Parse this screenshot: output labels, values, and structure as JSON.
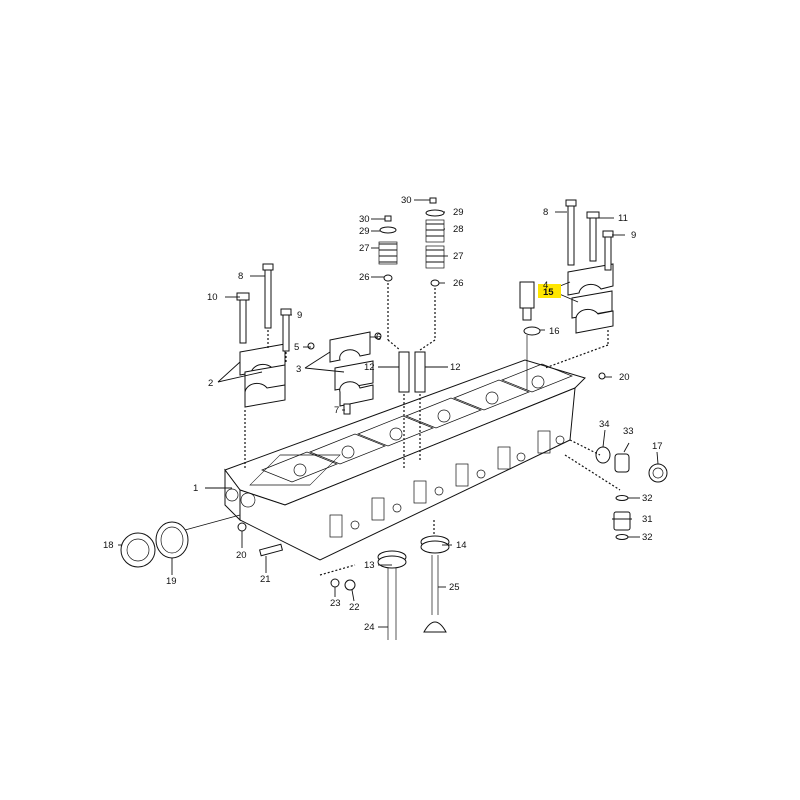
{
  "diagram": {
    "highlight_color": "#ffe600",
    "highlighted_label": "15",
    "callouts": {
      "c1": "1",
      "c2": "2",
      "c3": "3",
      "c4": "4",
      "c5": "5",
      "c6": "6",
      "c7": "7",
      "c8a": "8",
      "c8b": "8",
      "c9a": "9",
      "c9b": "9",
      "c10": "10",
      "c11": "11",
      "c12a": "12",
      "c12b": "12",
      "c13": "13",
      "c14": "14",
      "c15": "15",
      "c16": "16",
      "c17": "17",
      "c18": "18",
      "c19": "19",
      "c20a": "20",
      "c20b": "20",
      "c21": "21",
      "c22": "22",
      "c23": "23",
      "c24": "24",
      "c25": "25",
      "c26a": "26",
      "c26b": "26",
      "c27a": "27",
      "c27b": "27",
      "c28": "28",
      "c29a": "29",
      "c29b": "29",
      "c30a": "30",
      "c30b": "30",
      "c31": "31",
      "c32a": "32",
      "c32b": "32",
      "c33": "33",
      "c34": "34"
    }
  }
}
